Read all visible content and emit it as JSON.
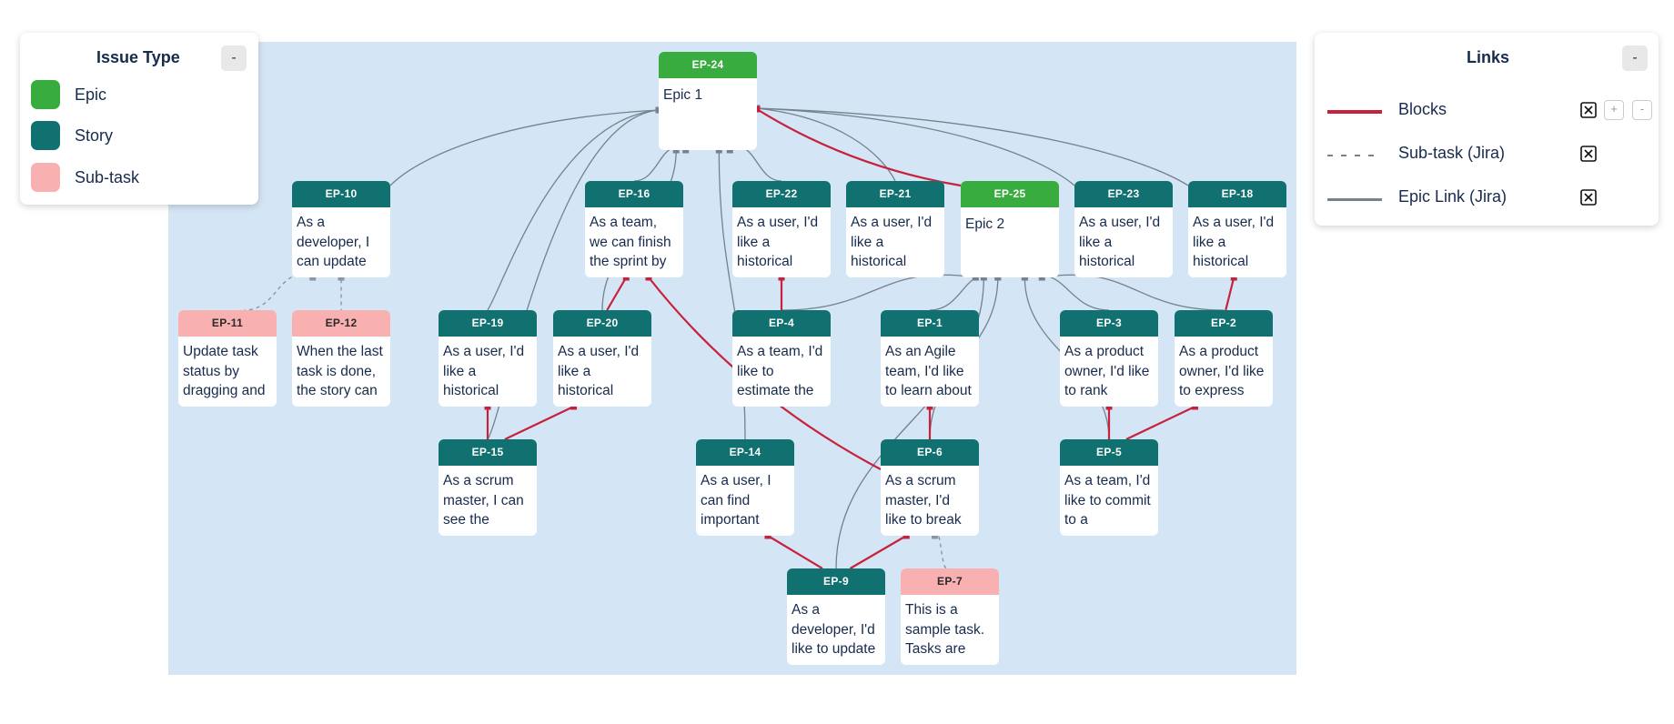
{
  "colors": {
    "epic": "#38ac3f",
    "story": "#117170",
    "subtask": "#f8b0b0",
    "blocks": "#c8213b",
    "subtask_link": "#8a97a6",
    "epic_link": "#75818d"
  },
  "legend": {
    "title": "Issue Type",
    "collapse_label": "-",
    "items": [
      {
        "label": "Epic",
        "type": "epic"
      },
      {
        "label": "Story",
        "type": "story"
      },
      {
        "label": "Sub-task",
        "type": "subtask"
      }
    ]
  },
  "links_panel": {
    "title": "Links",
    "collapse_label": "-",
    "items": [
      {
        "label": "Blocks",
        "style": "blocks",
        "plus": "+",
        "minus": "-"
      },
      {
        "label": "Sub-task (Jira)",
        "style": "subtask"
      },
      {
        "label": "Epic Link (Jira)",
        "style": "epic"
      }
    ]
  },
  "nodes": [
    {
      "id": "EP-24",
      "type": "epic",
      "summary": "Epic 1"
    },
    {
      "id": "EP-10",
      "type": "story",
      "summary": "As a developer, I can update"
    },
    {
      "id": "EP-16",
      "type": "story",
      "summary": "As a team, we can finish the sprint by"
    },
    {
      "id": "EP-22",
      "type": "story",
      "summary": "As a user, I'd like a historical"
    },
    {
      "id": "EP-21",
      "type": "story",
      "summary": "As a user, I'd like a historical"
    },
    {
      "id": "EP-25",
      "type": "epic",
      "summary": "Epic 2"
    },
    {
      "id": "EP-23",
      "type": "story",
      "summary": "As a user, I'd like a historical"
    },
    {
      "id": "EP-18",
      "type": "story",
      "summary": "As a user, I'd like a historical"
    },
    {
      "id": "EP-11",
      "type": "subtask",
      "summary": "Update task status by dragging and"
    },
    {
      "id": "EP-12",
      "type": "subtask",
      "summary": "When the last task is done, the story can"
    },
    {
      "id": "EP-19",
      "type": "story",
      "summary": "As a user, I'd like a historical"
    },
    {
      "id": "EP-20",
      "type": "story",
      "summary": "As a user, I'd like a historical"
    },
    {
      "id": "EP-4",
      "type": "story",
      "summary": "As a team, I'd like to estimate the"
    },
    {
      "id": "EP-1",
      "type": "story",
      "summary": "As an Agile team, I'd like to learn about"
    },
    {
      "id": "EP-3",
      "type": "story",
      "summary": "As a product owner, I'd like to rank"
    },
    {
      "id": "EP-2",
      "type": "story",
      "summary": "As a product owner, I'd like to express"
    },
    {
      "id": "EP-15",
      "type": "story",
      "summary": "As a scrum master, I can see the"
    },
    {
      "id": "EP-14",
      "type": "story",
      "summary": "As a user, I can find important"
    },
    {
      "id": "EP-6",
      "type": "story",
      "summary": "As a scrum master, I'd like to break"
    },
    {
      "id": "EP-5",
      "type": "story",
      "summary": "As a team, I'd like to commit to a"
    },
    {
      "id": "EP-9",
      "type": "story",
      "summary": "As a developer, I'd like to update"
    },
    {
      "id": "EP-7",
      "type": "subtask",
      "summary": "This is a sample task. Tasks are"
    }
  ],
  "edges": [
    {
      "from": "EP-24",
      "to": "EP-10",
      "type": "epic"
    },
    {
      "from": "EP-24",
      "to": "EP-15",
      "type": "epic"
    },
    {
      "from": "EP-24",
      "to": "EP-19",
      "type": "epic"
    },
    {
      "from": "EP-24",
      "to": "EP-20",
      "type": "epic"
    },
    {
      "from": "EP-24",
      "to": "EP-16",
      "type": "epic"
    },
    {
      "from": "EP-24",
      "to": "EP-14",
      "type": "epic"
    },
    {
      "from": "EP-24",
      "to": "EP-22",
      "type": "epic"
    },
    {
      "from": "EP-24",
      "to": "EP-21",
      "type": "epic"
    },
    {
      "from": "EP-24",
      "to": "EP-23",
      "type": "epic"
    },
    {
      "from": "EP-24",
      "to": "EP-18",
      "type": "epic"
    },
    {
      "from": "EP-25",
      "to": "EP-4",
      "type": "epic"
    },
    {
      "from": "EP-25",
      "to": "EP-9",
      "type": "epic"
    },
    {
      "from": "EP-25",
      "to": "EP-1",
      "type": "epic"
    },
    {
      "from": "EP-25",
      "to": "EP-6",
      "type": "epic"
    },
    {
      "from": "EP-25",
      "to": "EP-5",
      "type": "epic"
    },
    {
      "from": "EP-25",
      "to": "EP-3",
      "type": "epic"
    },
    {
      "from": "EP-25",
      "to": "EP-2",
      "type": "epic"
    },
    {
      "from": "EP-10",
      "to": "EP-11",
      "type": "subtask"
    },
    {
      "from": "EP-10",
      "to": "EP-12",
      "type": "subtask"
    },
    {
      "from": "EP-6",
      "to": "EP-7",
      "type": "subtask"
    },
    {
      "from": "EP-24",
      "to": "EP-25",
      "type": "blocks"
    },
    {
      "from": "EP-16",
      "to": "EP-20",
      "type": "blocks"
    },
    {
      "from": "EP-16",
      "to": "EP-6",
      "type": "blocks"
    },
    {
      "from": "EP-22",
      "to": "EP-4",
      "type": "blocks"
    },
    {
      "from": "EP-18",
      "to": "EP-2",
      "type": "blocks"
    },
    {
      "from": "EP-19",
      "to": "EP-15",
      "type": "blocks"
    },
    {
      "from": "EP-20",
      "to": "EP-15",
      "type": "blocks"
    },
    {
      "from": "EP-1",
      "to": "EP-6",
      "type": "blocks"
    },
    {
      "from": "EP-3",
      "to": "EP-5",
      "type": "blocks"
    },
    {
      "from": "EP-2",
      "to": "EP-5",
      "type": "blocks"
    },
    {
      "from": "EP-14",
      "to": "EP-9",
      "type": "blocks"
    },
    {
      "from": "EP-6",
      "to": "EP-9",
      "type": "blocks"
    }
  ]
}
